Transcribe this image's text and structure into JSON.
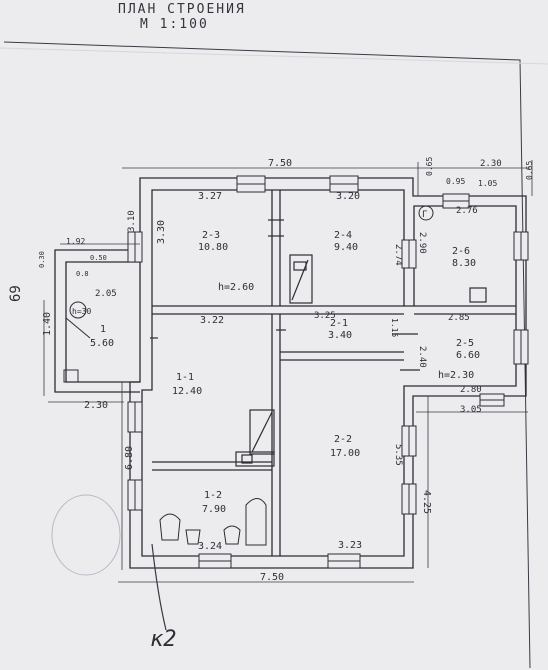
{
  "title": "ПЛАН СТРОЕНИЯ",
  "scale": "М 1:100",
  "colors": {
    "paper": "#ececef",
    "ink": "#2c2c34"
  },
  "rooms": [
    {
      "id": "1",
      "area": "5.60"
    },
    {
      "id": "1-1",
      "area": "12.40"
    },
    {
      "id": "1-2",
      "area": "7.90"
    },
    {
      "id": "2-1",
      "area": "3.40"
    },
    {
      "id": "2-2",
      "area": "17.00"
    },
    {
      "id": "2-3",
      "area": "10.80"
    },
    {
      "id": "2-4",
      "area": "9.40"
    },
    {
      "id": "2-5",
      "area": "6.60"
    },
    {
      "id": "2-6",
      "area": "8.30"
    }
  ],
  "heights": {
    "main": "h=2.60",
    "annex": "h=2.30"
  },
  "dims": {
    "top_total": "7.50",
    "bottom_total": "7.50",
    "r23_width": "3.27",
    "r24_width": "3.20",
    "r26_width": "2.76",
    "r26_top": "2.30",
    "r26_top_a": "0.95",
    "r26_top_b": "1.05",
    "left_height": "6.80",
    "right_height": "4.25",
    "r11_width": "3.22",
    "r21_width": "3.25",
    "r12_width": "3.24",
    "r22_width": "3.23",
    "r25_width": "2.85",
    "r25_bottom": "2.80",
    "annex_bottom": "3.05",
    "r1_width": "2.05",
    "r1_top": "1.92",
    "r1_bottom": "2.30",
    "r1_height": "1.40",
    "r23_height": "3.30",
    "r23_height_outer": "3.10",
    "r24_height": "2.74",
    "r26_height": "2.90",
    "r21_height": "1.15",
    "r25_height": "2.40",
    "r22_height": "5.35",
    "right_small_a": "0.65",
    "right_small_b": "0.65",
    "r1_small_a": "0.30",
    "r1_small_b": "0.50",
    "r1_small_c": "0.8"
  },
  "annotations": {
    "side_mark": "69",
    "r1_note": "h=30",
    "circled_letter": "Г",
    "handwritten": "к2"
  }
}
